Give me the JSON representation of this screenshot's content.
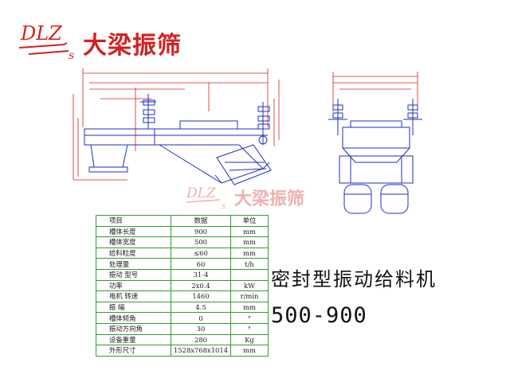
{
  "brand": {
    "logo_letters": "DLZ",
    "logo_sub": "s",
    "name": "大梁振筛"
  },
  "watermark": {
    "letters": "DLZ",
    "sub": "s",
    "name": "大梁振筛"
  },
  "colors": {
    "brand_red": "#d42020",
    "drawing_blue": "#1f2fbf",
    "dimension_red": "#d42020",
    "table_green": "#2f9e2f"
  },
  "product": {
    "name": "密封型振动给料机",
    "model": "500-900"
  },
  "spec_table": {
    "rows": [
      {
        "item": "项目",
        "value": "数据",
        "unit": "单位"
      },
      {
        "item": "槽体长度",
        "value": "900",
        "unit": "mm"
      },
      {
        "item": "槽体宽度",
        "value": "500",
        "unit": "mm"
      },
      {
        "item": "给料粒度",
        "value": "≤60",
        "unit": "mm"
      },
      {
        "item": "处理量",
        "value": "60",
        "unit": "t/h"
      },
      {
        "item": "振动 型号",
        "value": "31-4",
        "unit": ""
      },
      {
        "item": "功率",
        "value": "2x0.4",
        "unit": "kW"
      },
      {
        "item": "电机 转速",
        "value": "1460",
        "unit": "r/min"
      },
      {
        "item": "振 幅",
        "value": "4.5",
        "unit": "mm"
      },
      {
        "item": "槽体倾角",
        "value": "0",
        "unit": "°"
      },
      {
        "item": "振动方向角",
        "value": "30",
        "unit": "°"
      },
      {
        "item": "设备重量",
        "value": "280",
        "unit": "Kg"
      },
      {
        "item": "外形尺寸",
        "value": "1528x768x1014",
        "unit": "mm"
      }
    ]
  }
}
